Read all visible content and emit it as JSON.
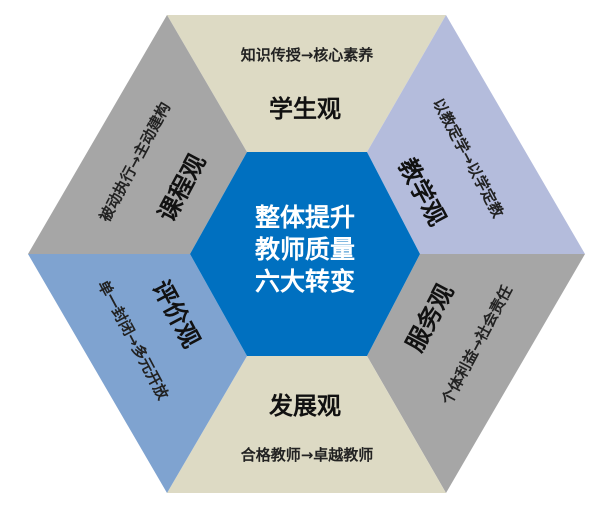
{
  "center": {
    "lines": [
      "整体提升",
      "教师质量",
      "六大转变"
    ]
  },
  "segments": {
    "student": {
      "title": "学生观",
      "subtitle": "知识传授→核心素养"
    },
    "teaching": {
      "title": "教学观",
      "subtitle": "以教定学→以学定教"
    },
    "service": {
      "title": "服务观",
      "subtitle": "个体利益→社会责任"
    },
    "development": {
      "title": "发展观",
      "subtitle": "合格教师→卓越教师"
    },
    "evaluation": {
      "title": "评价观",
      "subtitle": "单一封闭→多元开放"
    },
    "curriculum": {
      "title": "课程观",
      "subtitle": "被动执行→主动建构"
    }
  },
  "colors": {
    "beige": "#dddac4",
    "gray": "#a6a6a6",
    "lavender": "#b4bcdc",
    "blue": "#7fa3d0",
    "center": "#0070c0"
  }
}
